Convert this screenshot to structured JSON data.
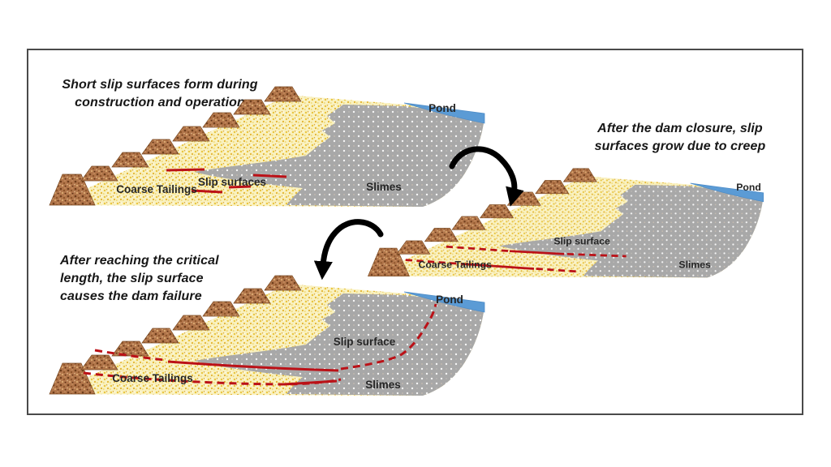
{
  "panels": [
    {
      "caption": "Short slip surfaces form during construction and operation",
      "labels": {
        "coarse_tailings": "Coarse Tailings",
        "slip": "Slip surfaces",
        "slimes": "Slimes",
        "pond": "Pond"
      }
    },
    {
      "caption": "After the dam closure, slip surfaces grow due to creep",
      "labels": {
        "coarse_tailings": "Coarse Tailings",
        "slip": "Slip surface",
        "slimes": "Slimes",
        "pond": "Pond"
      }
    },
    {
      "caption": "After reaching the critical length, the slip surface causes the dam failure",
      "labels": {
        "coarse_tailings": "Coarse Tailings",
        "slip": "Slip surface",
        "slimes": "Slimes",
        "pond": "Pond"
      }
    }
  ],
  "colors": {
    "coarse_tailings": "#B1754A",
    "beach_sand": "#F9F1BF",
    "slimes": "#A8A8A8",
    "pond": "#5B9BD5",
    "slip_surface": "#BB1117",
    "arrow": "#000000",
    "frame_border": "#4A4A4A"
  }
}
